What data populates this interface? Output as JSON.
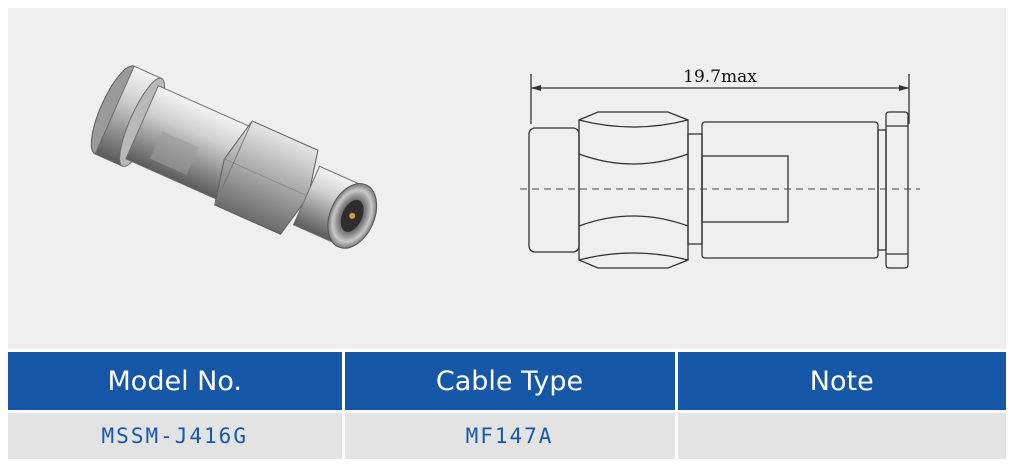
{
  "drawing": {
    "dimension_label": "19.7max"
  },
  "table": {
    "headers": [
      "Model No.",
      "Cable Type",
      "Note"
    ],
    "rows": [
      [
        "MSSM-J416G",
        "MF147A",
        ""
      ]
    ]
  },
  "colors": {
    "header_bg": "#1657a8",
    "header_text": "#ffffff",
    "cell_bg": "#e3e3e3",
    "cell_text": "#1657a8",
    "panel_bg": "#efefef"
  }
}
